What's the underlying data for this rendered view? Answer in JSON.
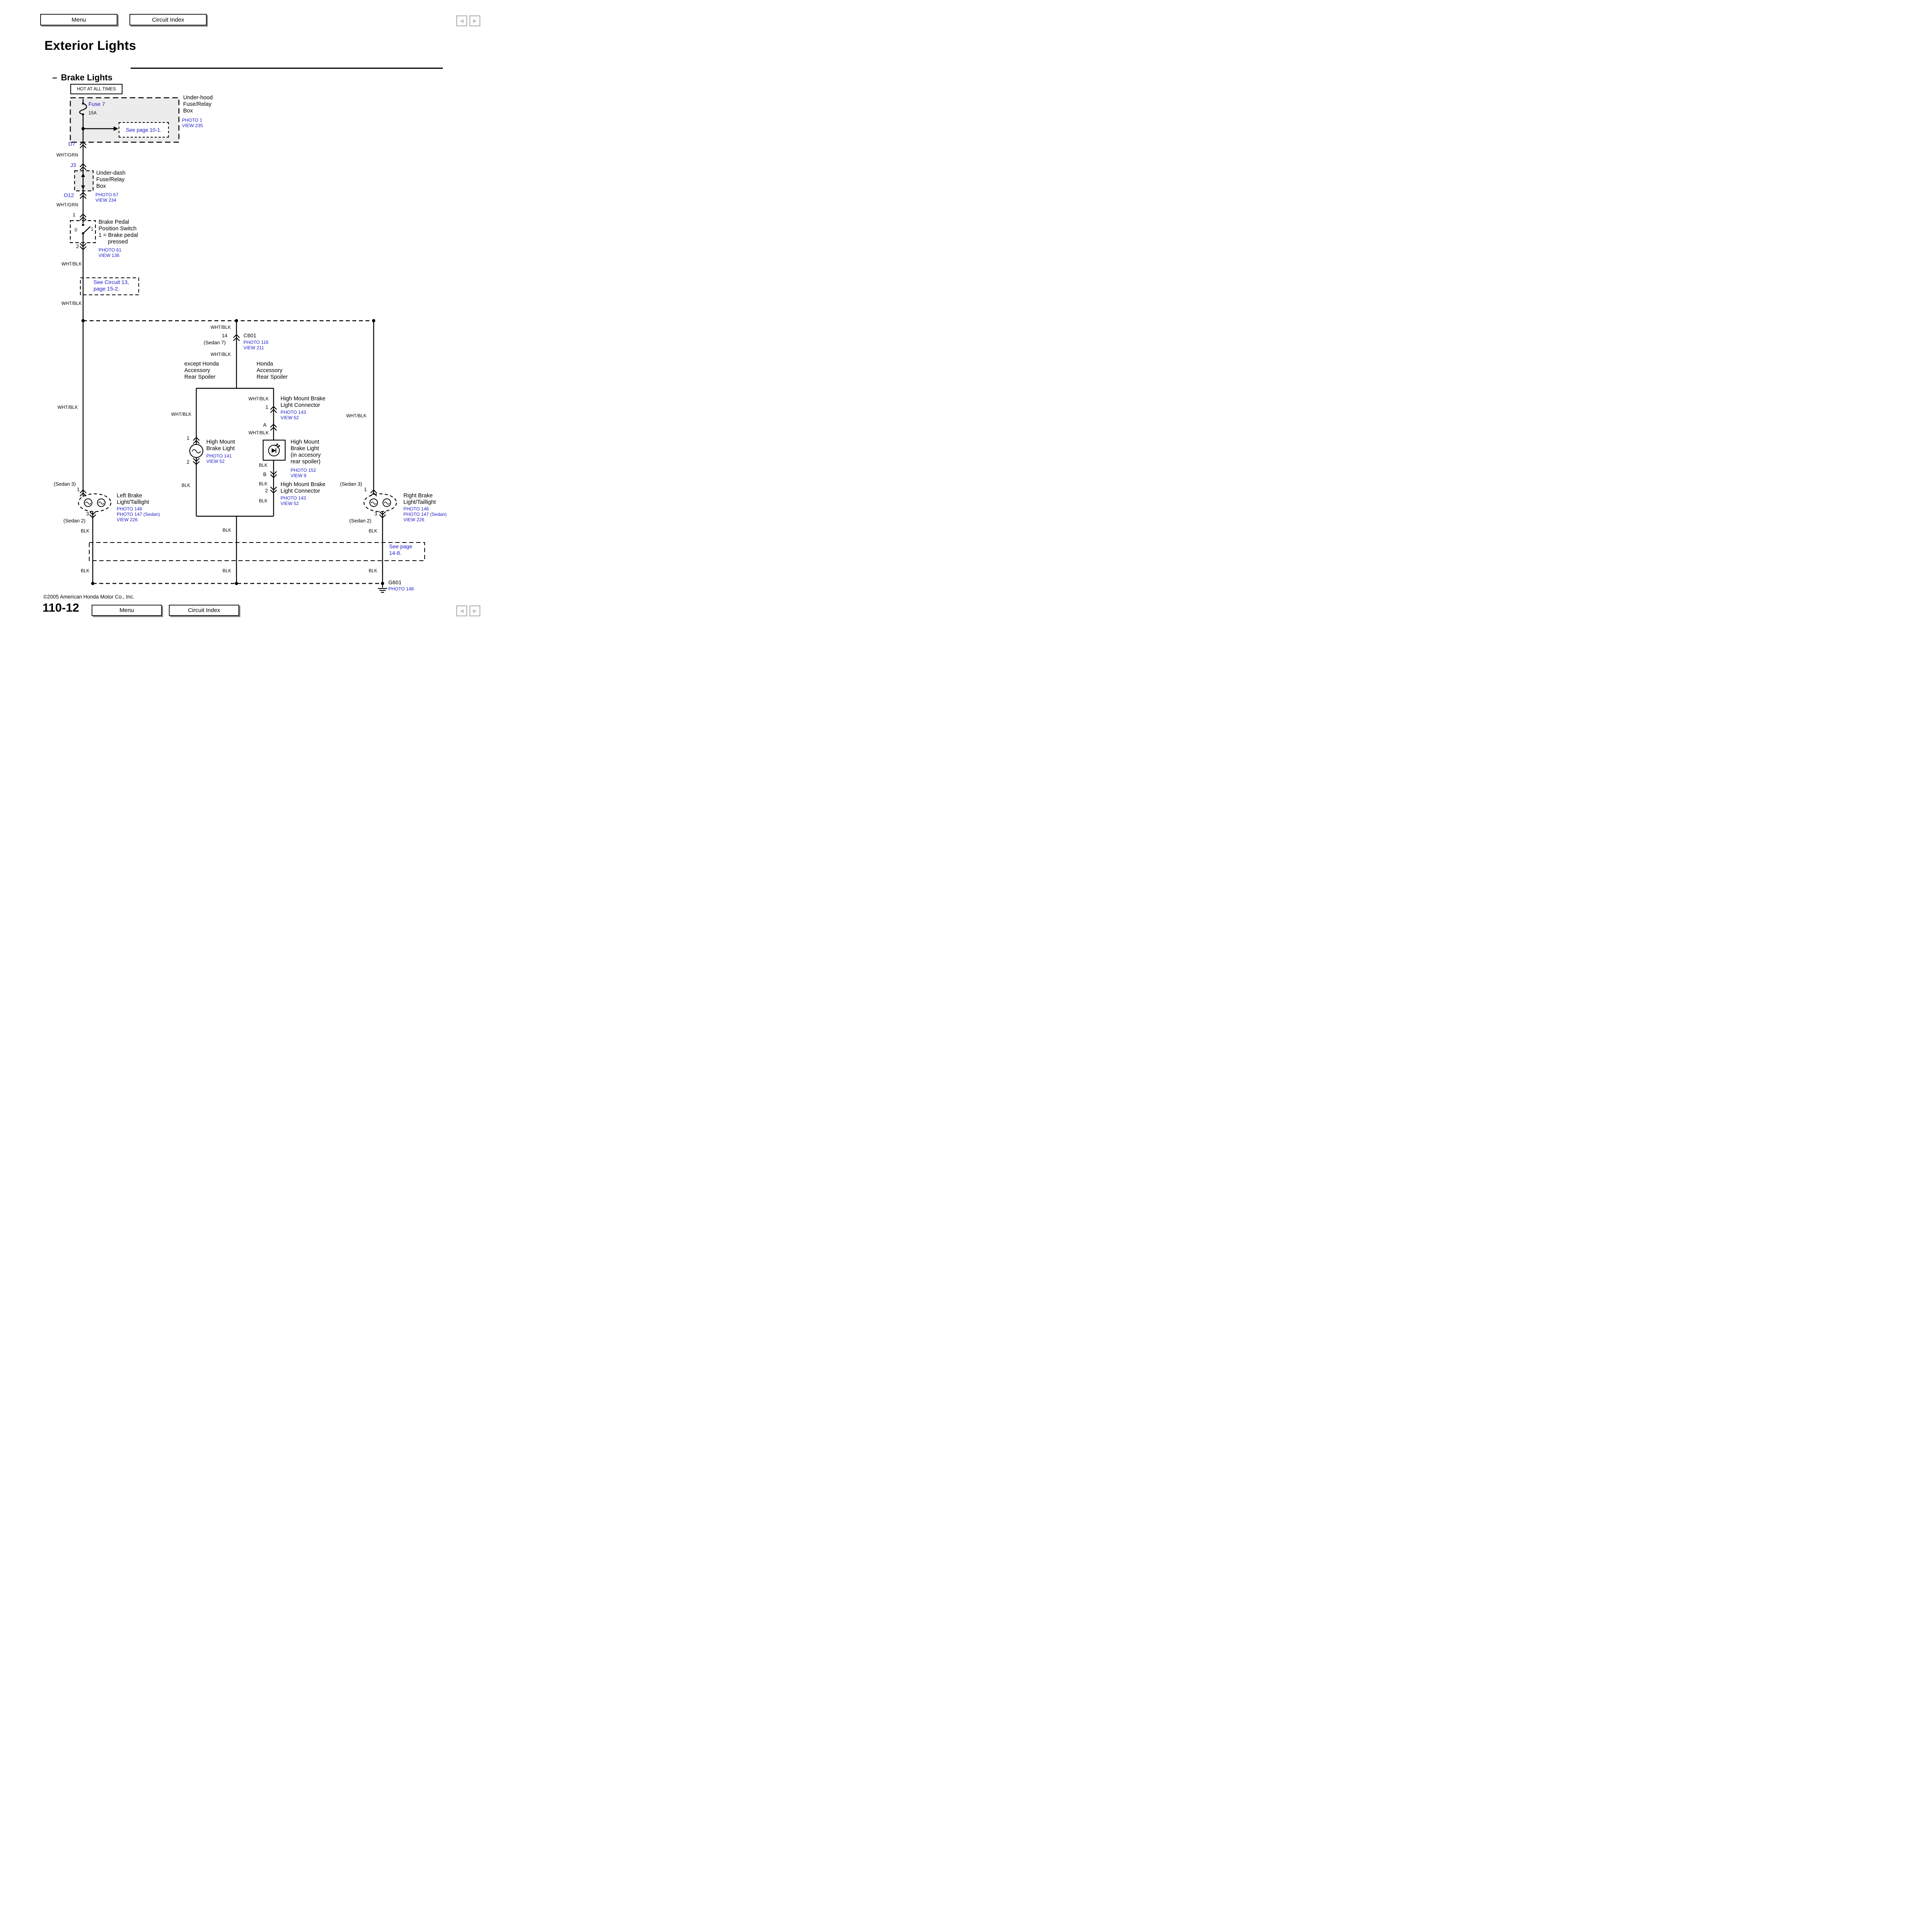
{
  "colors": {
    "link_blue": "#1a1ac8",
    "wire": "#000000",
    "box_fill": "#ececec",
    "page_bg": "#ffffff"
  },
  "chrome": {
    "menu_label": "Menu",
    "circuit_index_label": "Circuit Index",
    "prev_arrow": "◀",
    "next_arrow": "▶"
  },
  "header": {
    "title": "Exterior Lights",
    "dash": "–",
    "subtitle": "Brake Lights"
  },
  "footer": {
    "copyright": "©2005 American Honda Motor Co., Inc.",
    "page_number": "110-12"
  },
  "wires": {
    "wht_grn": "WHT/GRN",
    "wht_blk": "WHT/BLK",
    "blk": "BLK"
  },
  "pins": {
    "d7": "D7",
    "j3": "J3",
    "o12": "O12",
    "n1": "1",
    "n2": "2",
    "n3": "3",
    "n14": "14",
    "a": "A",
    "b": "B"
  },
  "variants": {
    "sedan_7": "(Sedan 7)",
    "sedan_3": "(Sedan 3)",
    "sedan_2": "(Sedan 2)"
  },
  "power_label": "HOT AT ALL TIMES",
  "underhood": {
    "fuse": "Fuse 7",
    "rating": "15A",
    "see_page": "See page 10-1.",
    "name": "Under-hood\nFuse/Relay\nBox",
    "photo": "PHOTO 1",
    "view": "VIEW 235"
  },
  "underdash": {
    "name": "Under-dash\nFuse/Relay\nBox",
    "photo": "PHOTO 67",
    "view": "VIEW 234"
  },
  "brake_switch": {
    "pos0": "0",
    "pos1": "1",
    "name": "Brake Pedal\nPosition Switch\n1 = Brake pedal\n      pressed",
    "photo": "PHOTO 61",
    "view": "VIEW 136"
  },
  "see_circuit": "See Circuit 13,\npage 15-2.",
  "c601": {
    "name": "C601",
    "photo": "PHOTO 116",
    "view": "VIEW 211"
  },
  "split": {
    "left": "except Honda\nAccessory\nRear Spoiler",
    "right": "Honda\nAccessory\nRear Spoiler"
  },
  "high_mount": {
    "name": "High Mount\nBrake Light",
    "photo": "PHOTO 141",
    "view": "VIEW 52"
  },
  "hm_conn_top": {
    "name": "High Mount Brake\nLight Connector",
    "photo": "PHOTO 143",
    "view": "VIEW 52"
  },
  "hm_spoiler": {
    "name": "High Mount\nBrake Light\n(in accesory\nrear spoiler)",
    "photo": "PHOTO 152",
    "view": "VIEW 9"
  },
  "hm_conn_bottom": {
    "name": "High Mount Brake\nLight Connector",
    "photo": "PHOTO 143",
    "view": "VIEW 52"
  },
  "left_tail": {
    "name": "Left Brake\nLight/Taillight",
    "photo1": "PHOTO 146",
    "photo2": "PHOTO 147 (Sedan)",
    "view": "VIEW 226"
  },
  "right_tail": {
    "name": "Right Brake\nLight/Taillight",
    "photo1": "PHOTO 146",
    "photo2": "PHOTO 147 (Sedan)",
    "view": "VIEW 226"
  },
  "see_page_bottom": "See page\n14-8.",
  "ground": {
    "name": "G601",
    "photo": "PHOTO 148"
  }
}
